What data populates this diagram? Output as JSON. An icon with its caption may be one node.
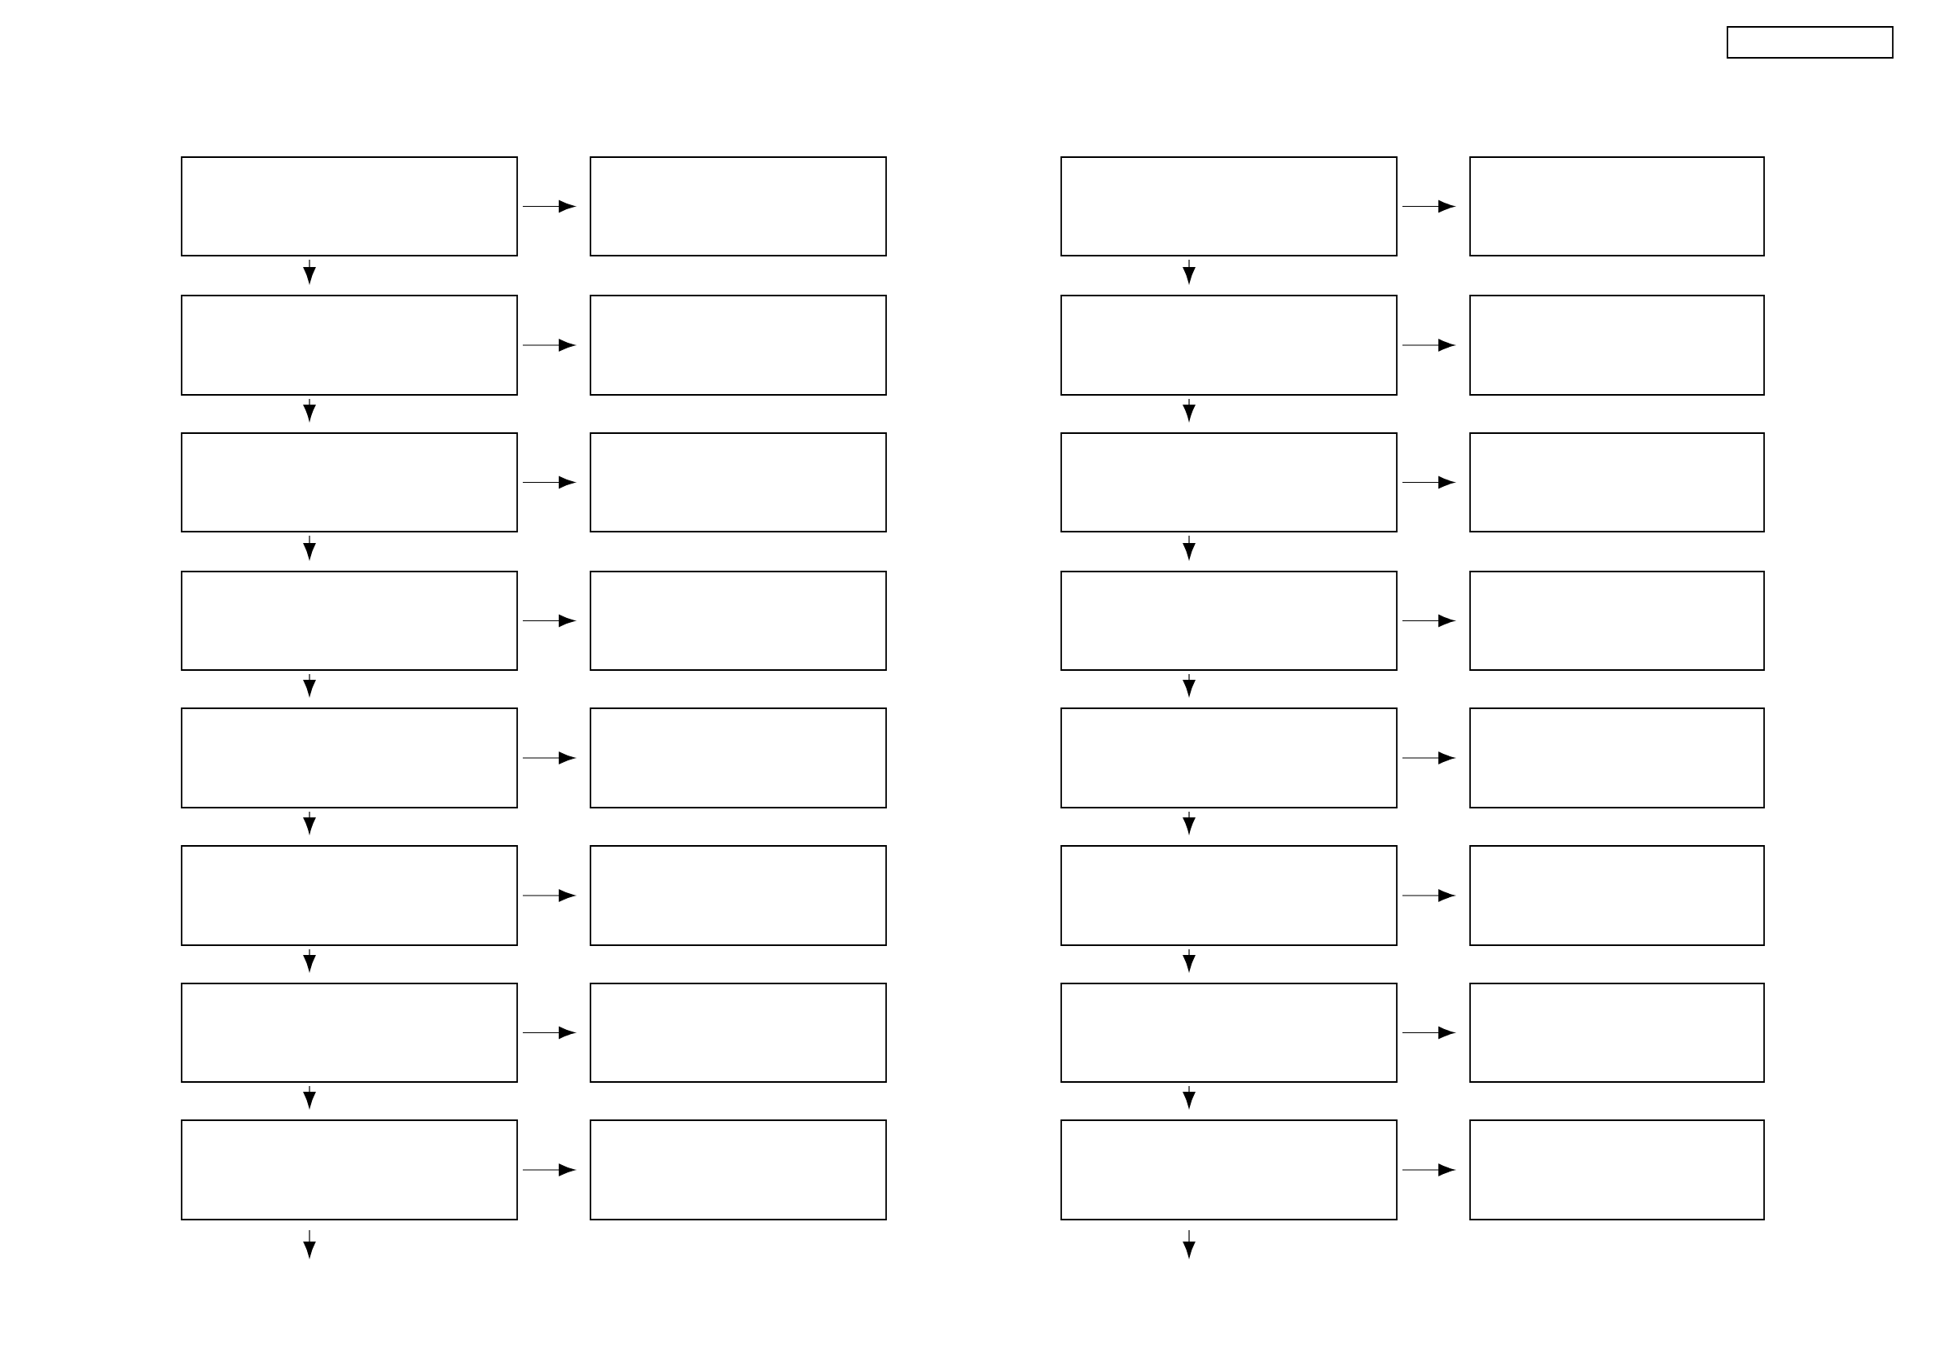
{
  "diagram": {
    "nodes": [
      {
        "text": [],
        "shape": "box"
      },
      {
        "text": [],
        "shape": "box"
      },
      {
        "text": [],
        "shape": "box"
      },
      {
        "text": [],
        "shape": "box"
      },
      {
        "text": [],
        "shape": "box"
      },
      {
        "text": [],
        "shape": "box"
      },
      {
        "text": [],
        "shape": "box"
      },
      {
        "text": [],
        "shape": "box"
      },
      {
        "text": [],
        "shape": "box"
      },
      {
        "text": [],
        "shape": "box"
      },
      {
        "text": [],
        "shape": "box"
      },
      {
        "text": [],
        "shape": "box"
      },
      {
        "text": [],
        "shape": "box"
      },
      {
        "text": [],
        "shape": "box"
      },
      {
        "text": [],
        "shape": "box"
      },
      {
        "text": [],
        "shape": "box"
      },
      {
        "text": [],
        "shape": "box"
      },
      {
        "text": [],
        "shape": "box"
      },
      {
        "text": [],
        "shape": "box"
      },
      {
        "text": [],
        "shape": "box"
      },
      {
        "text": [],
        "shape": "box"
      },
      {
        "text": [],
        "shape": "box"
      },
      {
        "text": [],
        "shape": "box"
      },
      {
        "text": [],
        "shape": "box"
      },
      {
        "text": [],
        "shape": "box"
      },
      {
        "text": [],
        "shape": "box"
      },
      {
        "text": [],
        "shape": "box"
      },
      {
        "text": [],
        "shape": "box"
      },
      {
        "text": [],
        "shape": "box"
      },
      {
        "text": [],
        "shape": "box"
      },
      {
        "text": [],
        "shape": "box"
      },
      {
        "text": [],
        "shape": "box"
      },
      {
        "text": [],
        "shape": "box"
      }
    ],
    "edges": [
      {
        "from": 0,
        "to": 1,
        "arrow": "to"
      },
      {
        "from": 0,
        "to": 2,
        "arrow": "to"
      },
      {
        "from": 2,
        "to": 3,
        "arrow": "to"
      },
      {
        "from": 2,
        "to": 4,
        "arrow": "to"
      },
      {
        "from": 4,
        "to": 5,
        "arrow": "to"
      },
      {
        "from": 4,
        "to": 6,
        "arrow": "to"
      },
      {
        "from": 6,
        "to": 7,
        "arrow": "to"
      },
      {
        "from": 6,
        "to": 8,
        "arrow": "to"
      },
      {
        "from": 8,
        "to": 9,
        "arrow": "to"
      },
      {
        "from": 8,
        "to": 10,
        "arrow": "to"
      },
      {
        "from": 10,
        "to": 11,
        "arrow": "to"
      },
      {
        "from": 10,
        "to": 12,
        "arrow": "to"
      },
      {
        "from": 12,
        "to": 13,
        "arrow": "to"
      },
      {
        "from": 12,
        "to": 14,
        "arrow": "to"
      },
      {
        "from": 14,
        "to": 15,
        "arrow": "to"
      },
      {
        "from": 14,
        "to": null,
        "arrow": "to"
      },
      {
        "from": 16,
        "to": 17,
        "arrow": "to"
      },
      {
        "from": 16,
        "to": 18,
        "arrow": "to"
      },
      {
        "from": 18,
        "to": 19,
        "arrow": "to"
      },
      {
        "from": 18,
        "to": 20,
        "arrow": "to"
      },
      {
        "from": 20,
        "to": 21,
        "arrow": "to"
      },
      {
        "from": 20,
        "to": 22,
        "arrow": "to"
      },
      {
        "from": 22,
        "to": 23,
        "arrow": "to"
      },
      {
        "from": 22,
        "to": 24,
        "arrow": "to"
      },
      {
        "from": 24,
        "to": 25,
        "arrow": "to"
      },
      {
        "from": 24,
        "to": 26,
        "arrow": "to"
      },
      {
        "from": 26,
        "to": 27,
        "arrow": "to"
      },
      {
        "from": 26,
        "to": 28,
        "arrow": "to"
      },
      {
        "from": 28,
        "to": 29,
        "arrow": "to"
      },
      {
        "from": 28,
        "to": 30,
        "arrow": "to"
      },
      {
        "from": 30,
        "to": 31,
        "arrow": "to"
      },
      {
        "from": 30,
        "to": null,
        "arrow": "to"
      }
    ]
  }
}
